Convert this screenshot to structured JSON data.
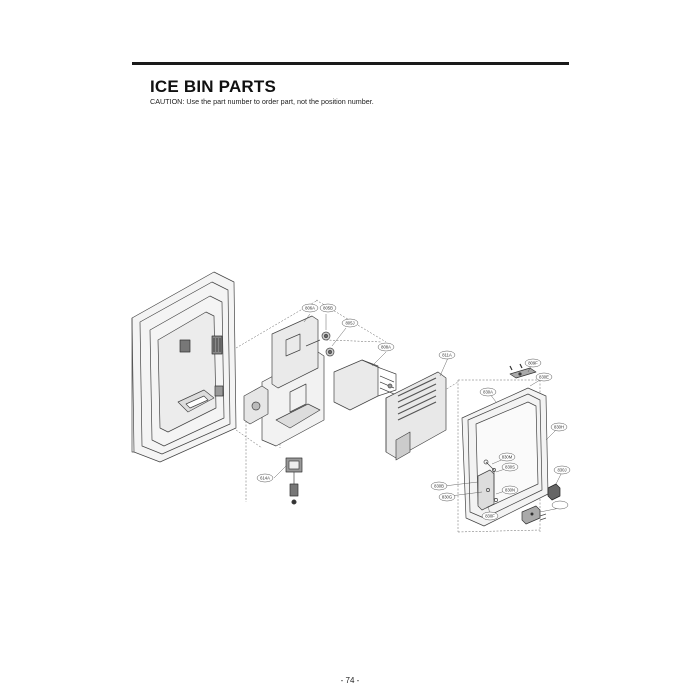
{
  "heading": {
    "title": "ICE BIN PARTS",
    "caution": "CAUTION: Use the part number to order part, not the position number."
  },
  "callouts": [
    "806A",
    "805B",
    "805J",
    "808A",
    "811A",
    "809F",
    "830E",
    "830A",
    "830H",
    "830J",
    "830M",
    "830S",
    "830B",
    "830N",
    "830G",
    "830F",
    "614A"
  ],
  "footer": {
    "page_number": "- 74 -"
  }
}
